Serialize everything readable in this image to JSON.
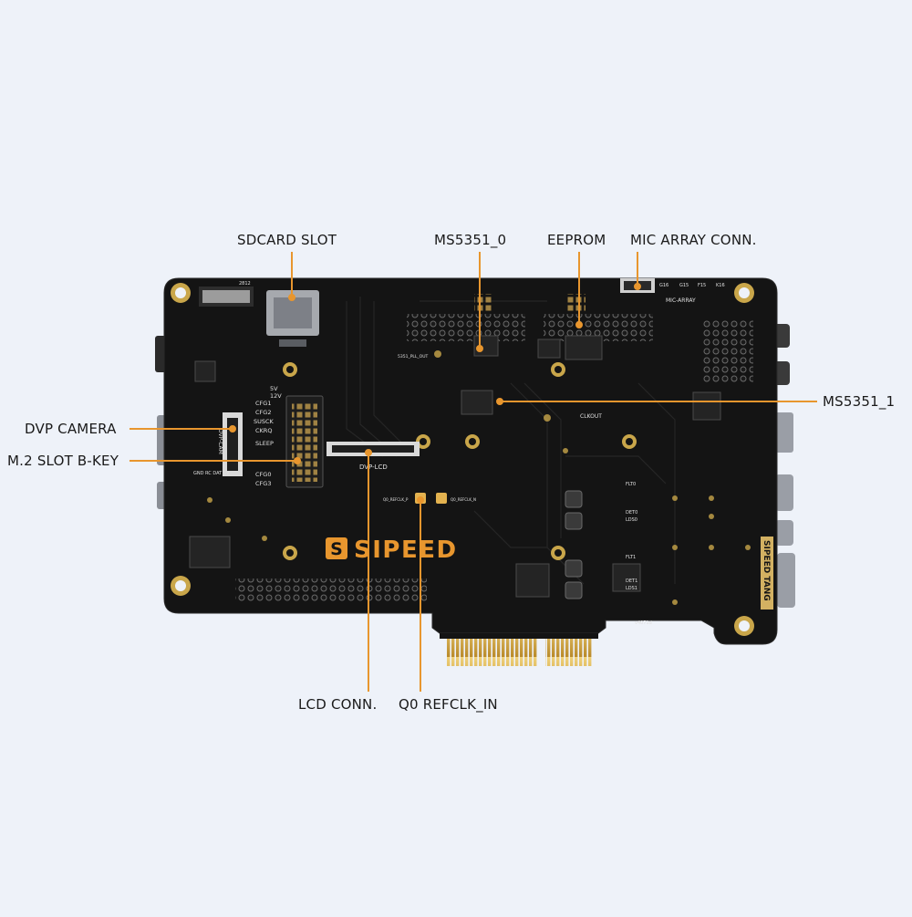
{
  "brand": {
    "logo_text": "SIPEED",
    "side_text": "SIPEED TANG",
    "board_color": "#141414",
    "gold_color": "#d8b04a"
  },
  "accent_color": "#e8962e",
  "callouts": {
    "sdcard_slot": "SDCARD SLOT",
    "ms5351_0": "MS5351_0",
    "eeprom": "EEPROM",
    "mic_array_conn": "MIC ARRAY CONN.",
    "ms5351_1": "MS5351_1",
    "dvp_camera": "DVP CAMERA",
    "m2_slot": "M.2 SLOT B-KEY",
    "lcd_conn": "LCD CONN.",
    "q0_refclk": "Q0 REFCLK_IN"
  },
  "silkscreen": {
    "cfg1": "CFG1",
    "cfg2": "CFG2",
    "susck": "SUSCK",
    "ckrq": "CKRQ",
    "sleep": "SLEEP",
    "cfg0": "CFG0",
    "cfg3": "CFG3",
    "dvp_cam": "DVP-CAM",
    "dvp_lcd": "DVP-LCD",
    "mic_array": "MIC-ARRAY",
    "clkout": "CLKOUT",
    "pll_out": "5351_PLL_OUT",
    "refclk_p": "Q0_REFCLK_P",
    "refclk_n": "Q0_REFCLK_N",
    "v5": "5V",
    "v12": "12V",
    "gnd_row": "GND  RC  DAT  5V",
    "flt0": "FLT0",
    "det0": "DET0",
    "lds0": "LDS0",
    "flt1": "FLT1",
    "det1": "DET1",
    "lds1": "LDS1",
    "rev": "v4071d",
    "g16": "G16",
    "g15": "G15",
    "f15": "F15",
    "k16": "K16",
    "code_2812": "2812"
  }
}
